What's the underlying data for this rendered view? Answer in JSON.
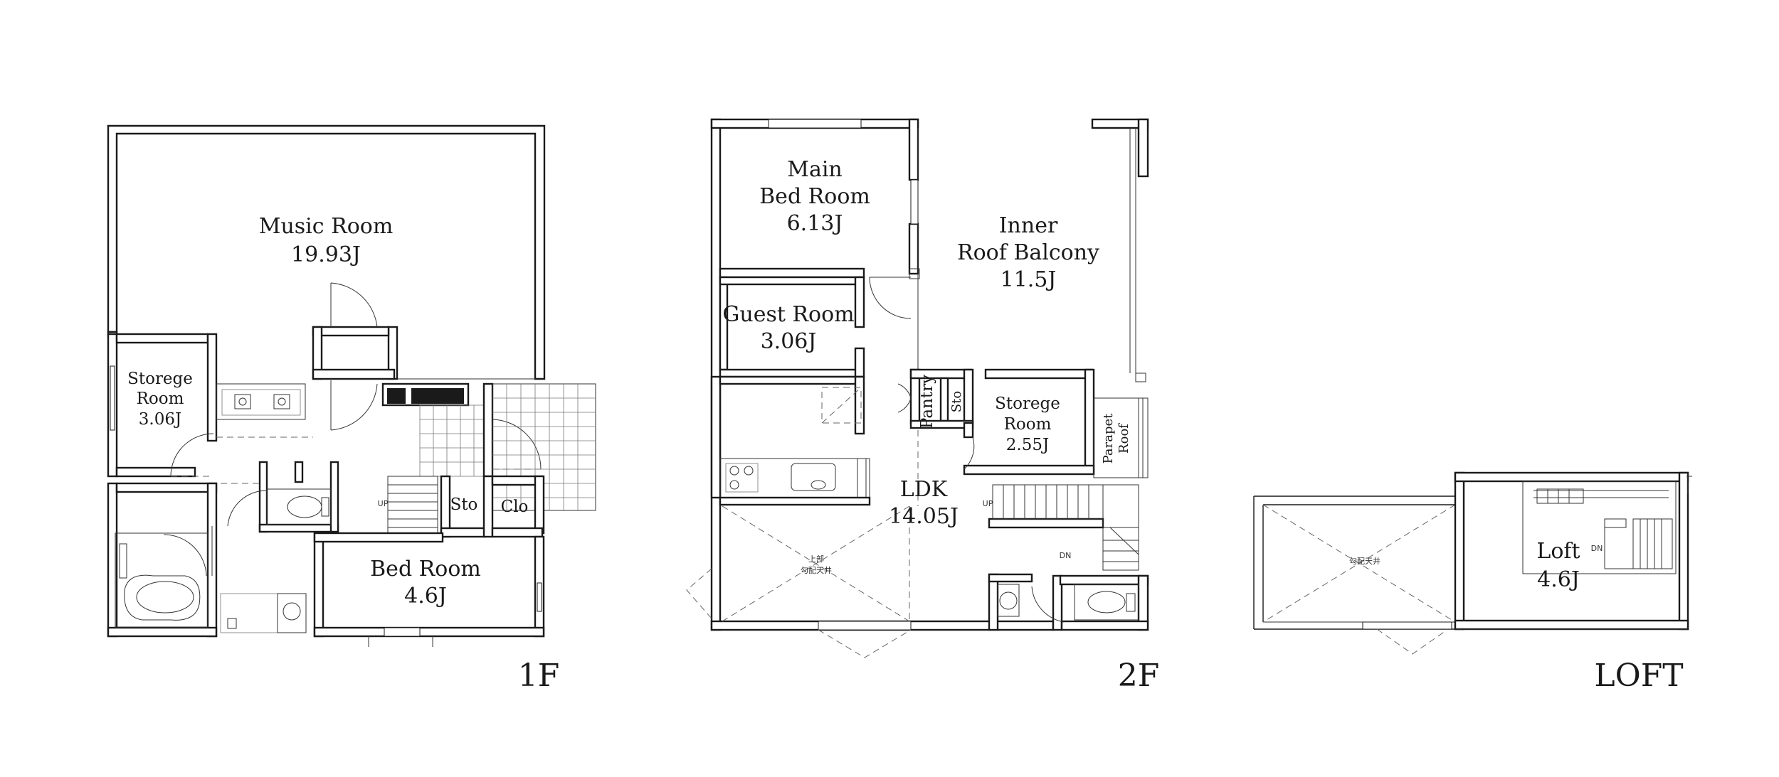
{
  "floors": {
    "f1": {
      "label": "1F",
      "music_room": {
        "name": "Music Room",
        "size": "19.93J"
      },
      "storage_room": {
        "line1": "Storege",
        "line2": "Room",
        "size": "3.06J"
      },
      "sto": "Sto",
      "clo": "Clo",
      "bed_room": {
        "name": "Bed Room",
        "size": "4.6J"
      },
      "up": "UP"
    },
    "f2": {
      "label": "2F",
      "main_bed_room": {
        "line1": "Main",
        "line2": "Bed Room",
        "size": "6.13J"
      },
      "inner_roof_balcony": {
        "line1": "Inner",
        "line2": "Roof Balcony",
        "size": "11.5J"
      },
      "guest_room": {
        "name": "Guest Room",
        "size": "3.06J"
      },
      "pantry": "Pantry",
      "sto": "Sto",
      "storage_room": {
        "line1": "Storege",
        "line2": "Room",
        "size": "2.55J"
      },
      "parapet_roof": {
        "line1": "Parapet",
        "line2": "Roof"
      },
      "ldk": {
        "name": "LDK",
        "size": "14.05J"
      },
      "ceiling_note": {
        "line1": "上部",
        "line2": "勾配天井"
      },
      "up": "UP",
      "dn": "DN"
    },
    "loft": {
      "label": "LOFT",
      "loft_room": {
        "name": "Loft",
        "size": "4.6J"
      },
      "ceiling_note": "勾配天井",
      "dn": "DN"
    }
  }
}
